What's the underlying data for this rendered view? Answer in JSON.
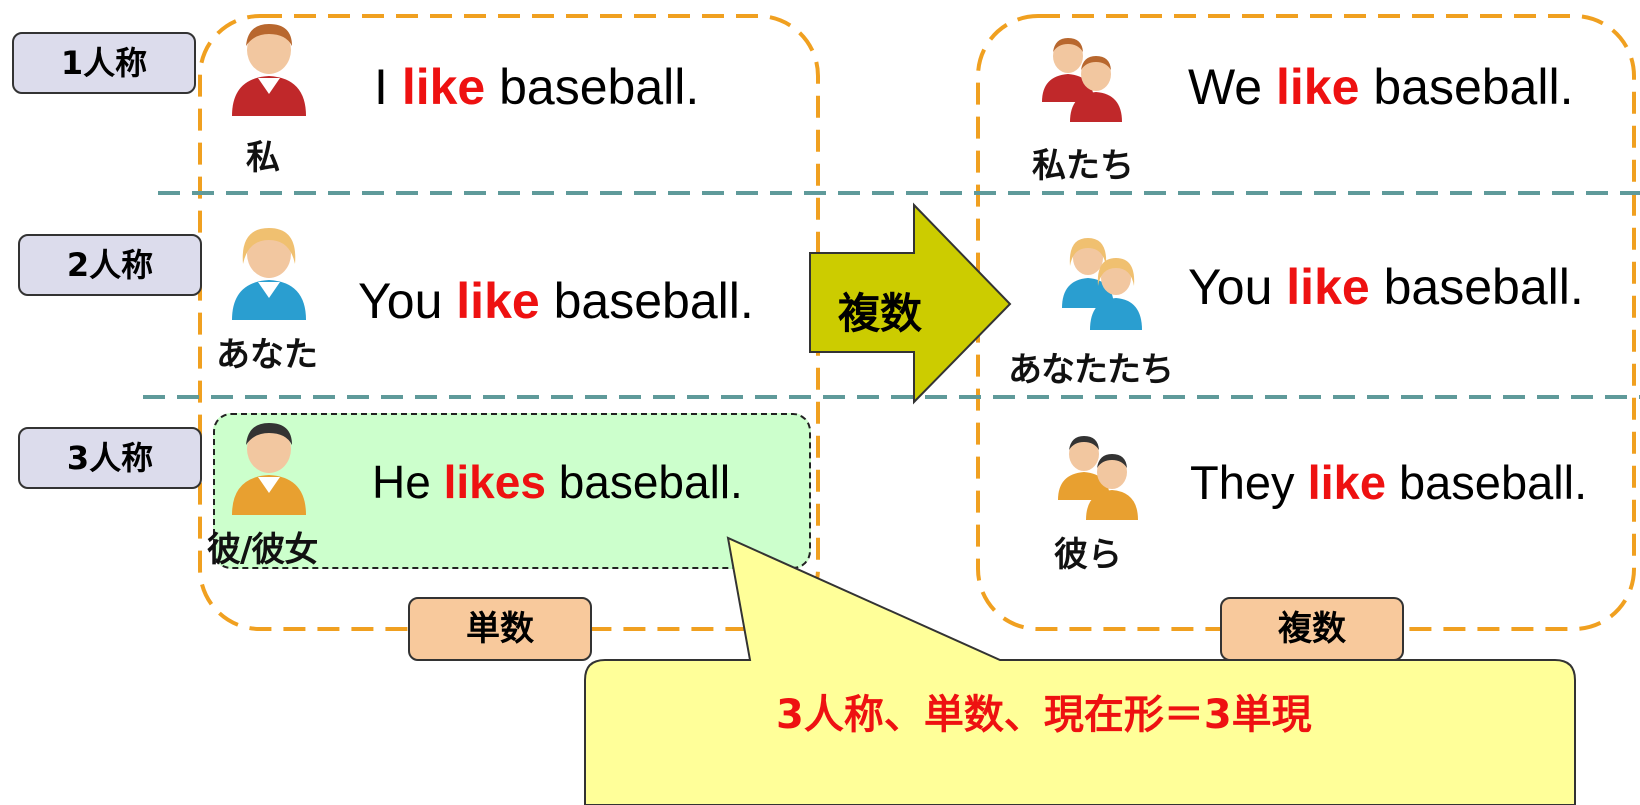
{
  "person_tags": {
    "first": "1人称",
    "second": "2人称",
    "third": "3人称"
  },
  "singular": {
    "first": {
      "pronoun": "私",
      "subject": "I",
      "verb": "like",
      "rest": "baseball."
    },
    "second": {
      "pronoun": "あなた",
      "subject": "You",
      "verb": "like",
      "rest": "baseball."
    },
    "third": {
      "pronoun": "彼/彼女",
      "subject": "He",
      "verb": "likes",
      "rest": "baseball."
    }
  },
  "plural": {
    "first": {
      "pronoun": "私たち",
      "subject": "We",
      "verb": "like",
      "rest": "baseball."
    },
    "second": {
      "pronoun": "あなたたち",
      "subject": "You",
      "verb": "like",
      "rest": "baseball."
    },
    "third": {
      "pronoun": "彼ら",
      "subject": "They",
      "verb": "like",
      "rest": "baseball."
    }
  },
  "number_tags": {
    "singular": "単数",
    "plural": "複数"
  },
  "arrow": {
    "label": "複数"
  },
  "callout": {
    "text": "3人称、単数、現在形＝3単現"
  },
  "colors": {
    "verb": "#ee1111",
    "group_border": "#f0a020",
    "divider": "#5f9a9a",
    "arrow_fill": "#cccc00",
    "callout_fill": "#ffff99",
    "highlight_fill": "#ccffcc",
    "avatar_first": "#c0282a",
    "avatar_second": "#2a9ed0",
    "avatar_third": "#e8a030"
  },
  "icons": {
    "first_singular": "person-red-icon",
    "second_singular": "person-blue-icon",
    "third_singular": "person-orange-icon",
    "first_plural": "people-red-icon",
    "second_plural": "people-blue-icon",
    "third_plural": "people-orange-icon"
  }
}
